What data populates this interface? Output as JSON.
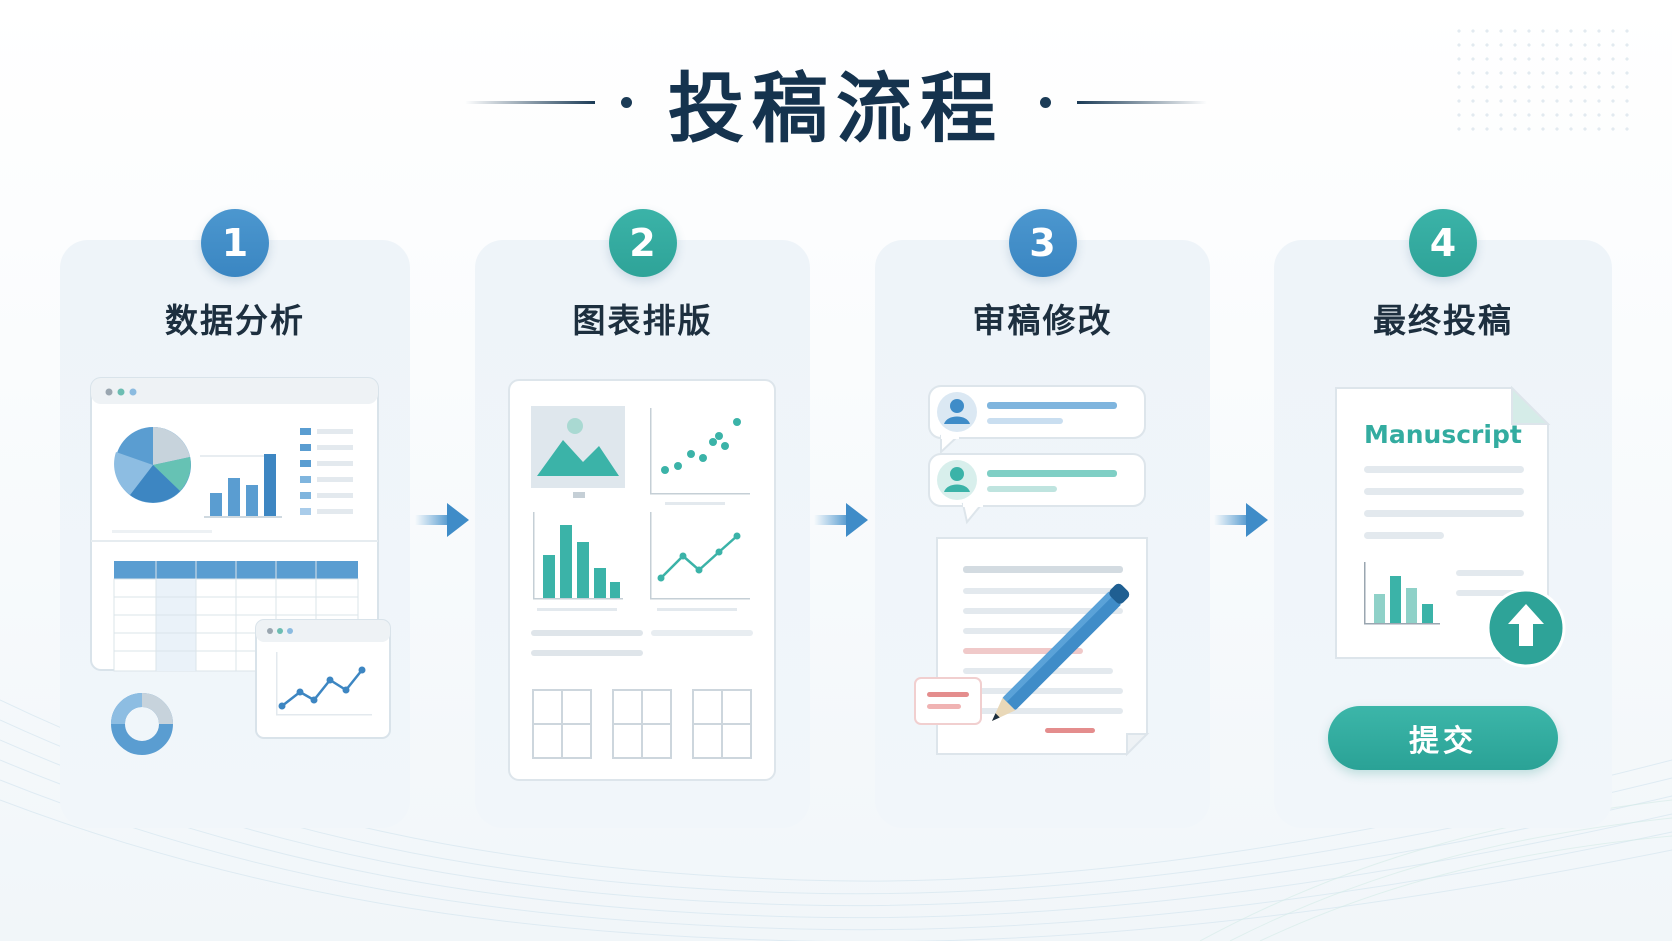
{
  "title": "投稿流程",
  "colors": {
    "navy": "#15334e",
    "blue": "#3f8cc8",
    "teal": "#33aca0",
    "card": "#eef4f9"
  },
  "steps": [
    {
      "number": "1",
      "label": "数据分析",
      "badge_color": "blue",
      "icon": "data-analysis-illustration"
    },
    {
      "number": "2",
      "label": "图表排版",
      "badge_color": "teal",
      "icon": "chart-layout-illustration"
    },
    {
      "number": "3",
      "label": "审稿修改",
      "badge_color": "blue",
      "icon": "review-edit-illustration"
    },
    {
      "number": "4",
      "label": "最终投稿",
      "badge_color": "teal",
      "icon": "final-submission-illustration"
    }
  ],
  "final_step": {
    "document_title": "Manuscript",
    "submit_label": "提交",
    "upload_icon": "upload-arrow-icon"
  },
  "connector_icon": "right-arrow-icon"
}
